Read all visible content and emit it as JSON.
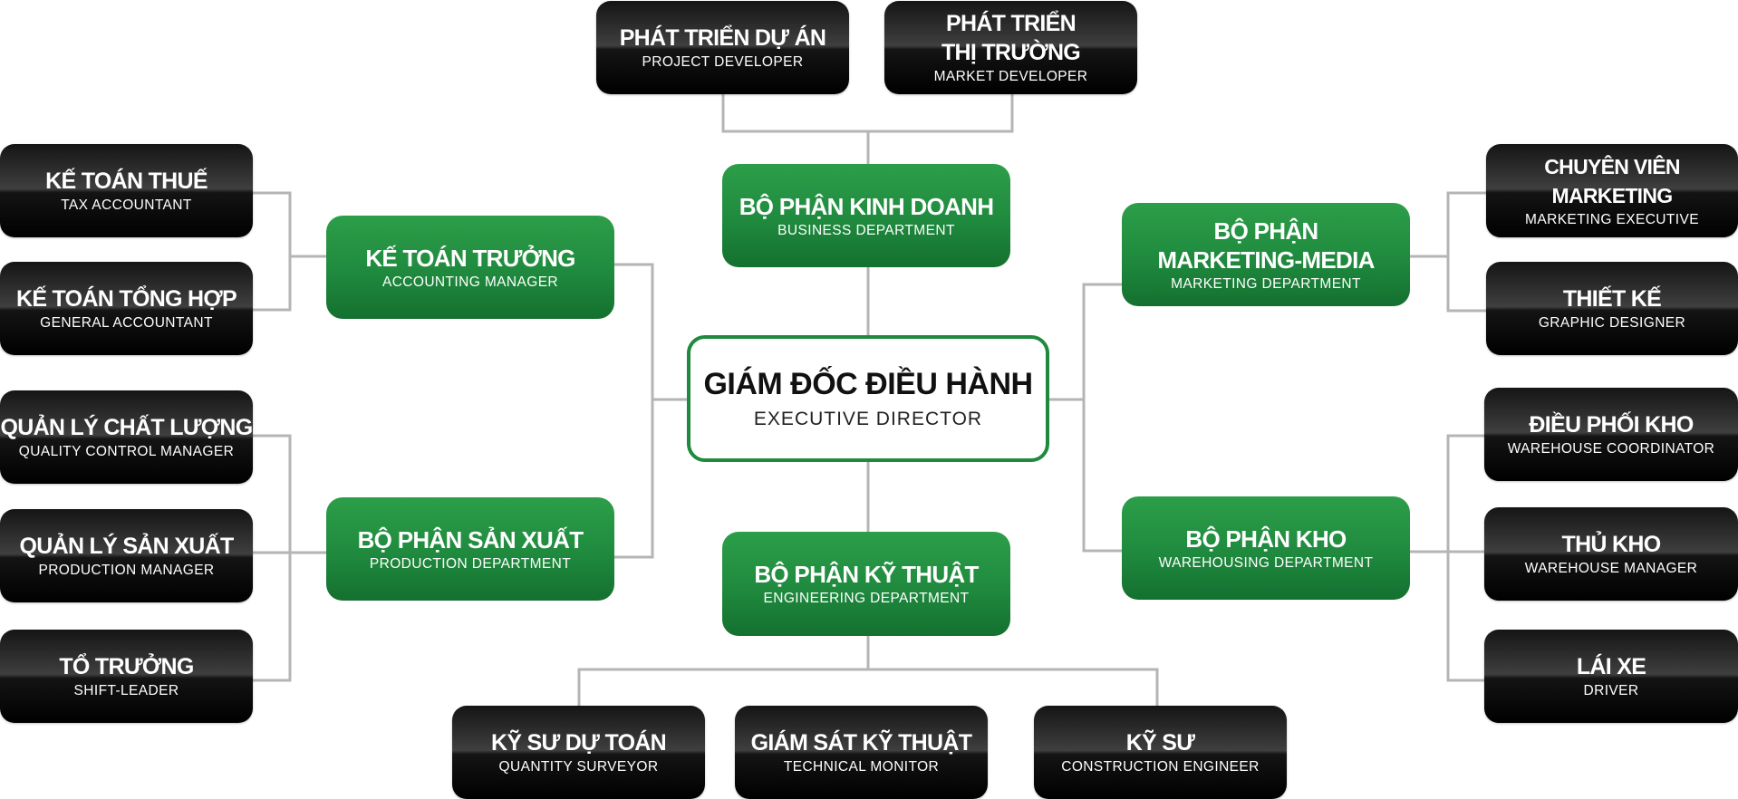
{
  "center": {
    "title": "GIÁM ĐỐC ĐIỀU HÀNH",
    "subtitle": "EXECUTIVE DIRECTOR"
  },
  "departments": {
    "business": {
      "title": "BỘ PHẬN KINH DOANH",
      "subtitle": "BUSINESS DEPARTMENT"
    },
    "accounting": {
      "title": "KẾ TOÁN TRƯỞNG",
      "subtitle": "ACCOUNTING MANAGER"
    },
    "production": {
      "title": "BỘ PHẬN SẢN XUẤT",
      "subtitle": "PRODUCTION DEPARTMENT"
    },
    "engineering": {
      "title": "BỘ PHẬN KỸ THUẬT",
      "subtitle": "ENGINEERING DEPARTMENT"
    },
    "marketing": {
      "title": "BỘ PHẬN\nMARKETING-MEDIA",
      "subtitle": "MARKETING DEPARTMENT"
    },
    "warehousing": {
      "title": "BỘ PHẬN KHO",
      "subtitle": "WAREHOUSING DEPARTMENT"
    }
  },
  "roles": {
    "project_developer": {
      "title": "PHÁT TRIỂN DỰ ÁN",
      "subtitle": "PROJECT DEVELOPER"
    },
    "market_developer": {
      "title": "PHÁT TRIỂN\nTHỊ TRƯỜNG",
      "subtitle": "MARKET DEVELOPER"
    },
    "tax_accountant": {
      "title": "KẾ TOÁN THUẾ",
      "subtitle": "TAX ACCOUNTANT"
    },
    "general_accountant": {
      "title": "KẾ TOÁN TỔNG HỢP",
      "subtitle": "GENERAL ACCOUNTANT"
    },
    "quality_control_manager": {
      "title": "QUẢN LÝ CHẤT LƯỢNG",
      "subtitle": "QUALITY CONTROL MANAGER"
    },
    "production_manager": {
      "title": "QUẢN LÝ SẢN XUẤT",
      "subtitle": "PRODUCTION MANAGER"
    },
    "shift_leader": {
      "title": "TỔ TRƯỞNG",
      "subtitle": "SHIFT-LEADER"
    },
    "quantity_surveyor": {
      "title": "KỸ SƯ DỰ TOÁN",
      "subtitle": "QUANTITY SURVEYOR"
    },
    "technical_monitor": {
      "title": "GIÁM SÁT KỸ THUẬT",
      "subtitle": "TECHNICAL MONITOR"
    },
    "construction_engineer": {
      "title": "KỸ SƯ",
      "subtitle": "CONSTRUCTION ENGINEER"
    },
    "marketing_executive": {
      "title": "CHUYÊN VIÊN MARKETING",
      "subtitle": "MARKETING EXECUTIVE"
    },
    "graphic_designer": {
      "title": "THIẾT KẾ",
      "subtitle": "GRAPHIC DESIGNER"
    },
    "warehouse_coordinator": {
      "title": "ĐIỀU PHỐI KHO",
      "subtitle": "WAREHOUSE COORDINATOR"
    },
    "warehouse_manager": {
      "title": "THỦ KHO",
      "subtitle": "WAREHOUSE MANAGER"
    },
    "driver": {
      "title": "LÁI XE",
      "subtitle": "DRIVER"
    }
  },
  "colors": {
    "primary_green": "#1f8a3e",
    "role_box": "#1a1a1a",
    "connector": "#b5b5b5"
  }
}
